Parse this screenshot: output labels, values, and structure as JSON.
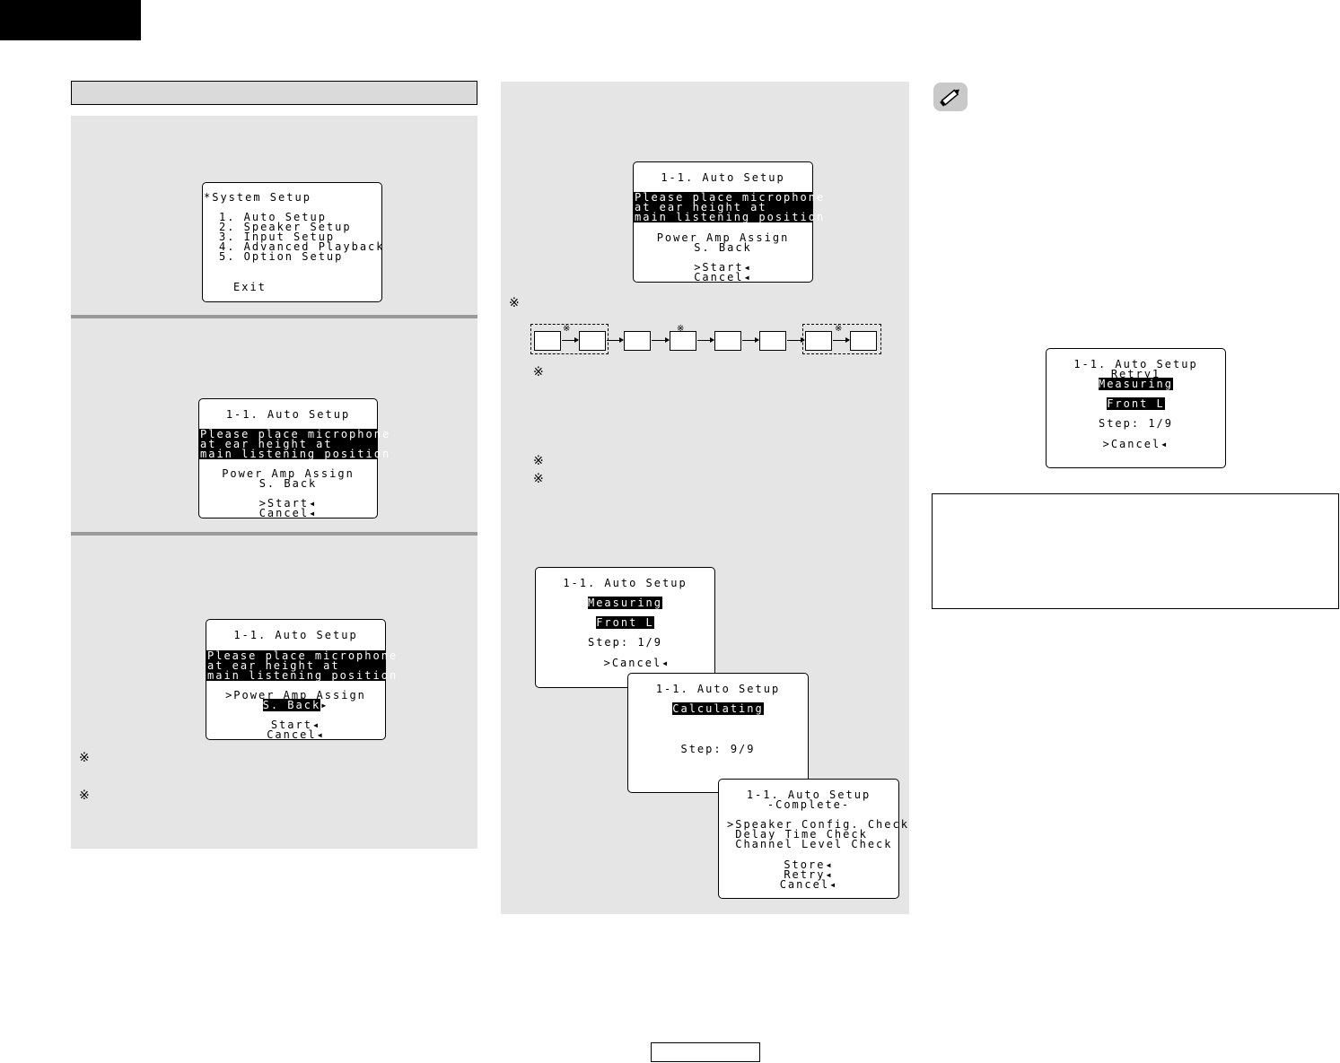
{
  "note_mark": "※",
  "system_menu": {
    "title": "*System Setup",
    "items": [
      "1. Auto Setup",
      "2. Speaker Setup",
      "3. Input Setup",
      "4. Advanced Playback",
      "5. Option Setup"
    ],
    "exit": "Exit"
  },
  "auto_setup": {
    "title": "1-1. Auto Setup",
    "instruction": [
      "Please place microphone",
      "at ear height at",
      "main listening position"
    ],
    "power_amp": "Power Amp Assign",
    "power_amp_selected": ">Power Amp Assign",
    "s_back": "S. Back",
    "start_selected": ">Start",
    "start": "Start",
    "cancel": "Cancel"
  },
  "measuring": {
    "title": "1-1. Auto Setup",
    "retry": "Retry1",
    "status": "Measuring",
    "channel": "Front L",
    "step": "Step: 1/9",
    "cancel": ">Cancel"
  },
  "calculating": {
    "title": "1-1. Auto Setup",
    "status": "Calculating",
    "step": "Step: 9/9"
  },
  "complete": {
    "title": "1-1. Auto Setup",
    "subtitle": "-Complete-",
    "options": [
      ">Speaker Config. Check",
      " Delay Time Check",
      " Channel Level Check"
    ],
    "store": "Store",
    "retry": "Retry",
    "cancel": "Cancel"
  }
}
